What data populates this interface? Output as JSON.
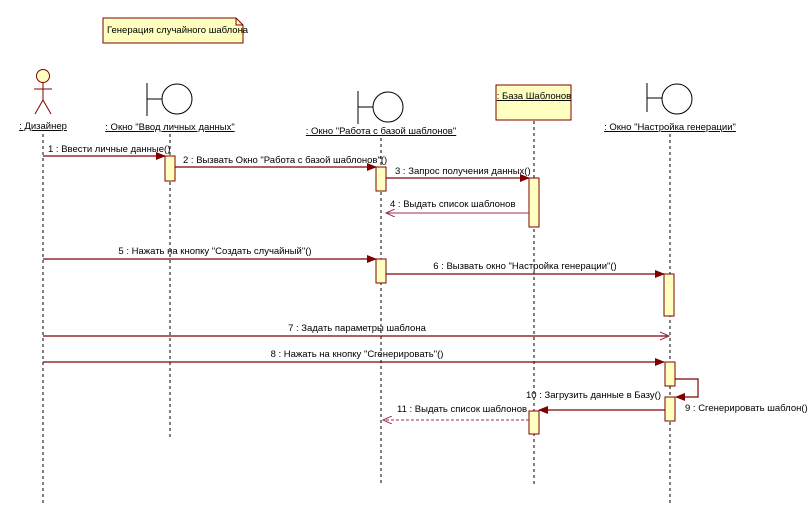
{
  "colors": {
    "accent": "#800000",
    "note_fill": "#ffffc0",
    "activation_fill": "#ffffc0"
  },
  "note": "Генерация случайного шаблона",
  "lifelines": [
    {
      "type": "actor",
      "label": ": Дизайнер"
    },
    {
      "type": "boundary",
      "label": ": Окно \"Ввод личных данных\""
    },
    {
      "type": "boundary",
      "label": ": Окно \"Работа с базой шаблонов\""
    },
    {
      "type": "entity-box",
      "label": ": База Шаблонов"
    },
    {
      "type": "boundary",
      "label": ": Окно \"Настройка генерации\""
    }
  ],
  "messages": [
    {
      "label": "1 : Ввести личные данные()",
      "kind": "call"
    },
    {
      "label": "2 : Вызвать Окно \"Работа с базой шаблонов\"()",
      "kind": "call"
    },
    {
      "label": "3 : Запрос получения данных()",
      "kind": "call"
    },
    {
      "label": "4 : Выдать список шаблонов",
      "kind": "return"
    },
    {
      "label": "5 : Нажать на кнопку \"Создать случайный\"()",
      "kind": "call"
    },
    {
      "label": "6 : Вызвать окно \"Настройка генерации\"()",
      "kind": "call"
    },
    {
      "label": "7 : Задать параметры шаблона",
      "kind": "async"
    },
    {
      "label": "8 : Нажать на кнопку \"Сгенерировать\"()",
      "kind": "call"
    },
    {
      "label": "9 : Сгенерировать шаблон()",
      "kind": "self-call"
    },
    {
      "label": "10 : Загрузить данные в Базу()",
      "kind": "call"
    },
    {
      "label": "11 : Выдать список шаблонов",
      "kind": "return-dashed"
    }
  ]
}
